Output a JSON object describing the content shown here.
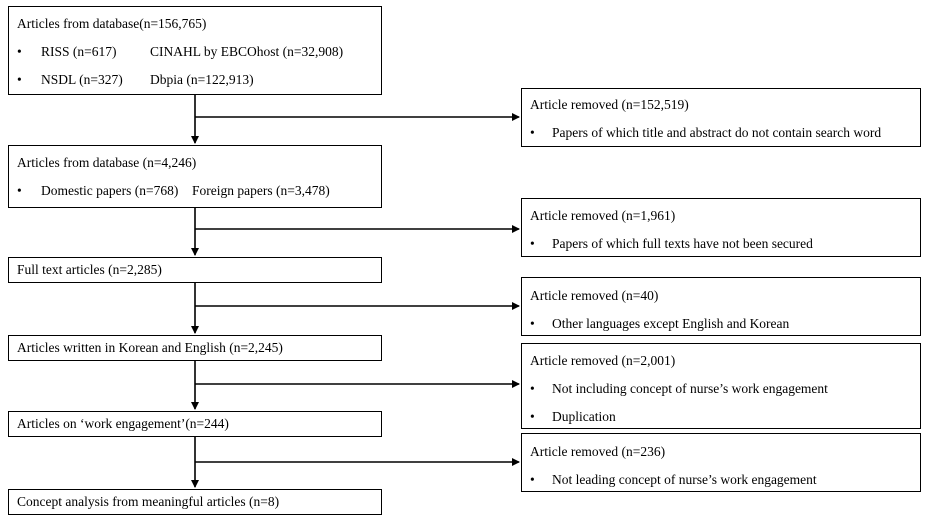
{
  "left": {
    "box1": {
      "title": "Articles from database(n=156,765)",
      "r1a": "RISS (n=617)",
      "r1b": "CINAHL by EBCOhost (n=32,908)",
      "r2a": "NSDL (n=327)",
      "r2b": "Dbpia (n=122,913)"
    },
    "box2": {
      "title": "Articles from database (n=4,246)",
      "r1a": "Domestic papers (n=768)",
      "r1b": "Foreign papers (n=3,478)"
    },
    "box3": "Full text articles (n=2,285)",
    "box4": "Articles written in Korean and English (n=2,245)",
    "box5": "Articles on ‘work engagement’(n=244)",
    "box6": "Concept analysis from meaningful articles (n=8)"
  },
  "right": [
    {
      "title": "Article removed (n=152,519)",
      "items": [
        "Papers of which title and abstract do not contain search word"
      ]
    },
    {
      "title": "Article removed (n=1,961)",
      "items": [
        "Papers of which full texts have not been secured"
      ]
    },
    {
      "title": "Article removed (n=40)",
      "items": [
        "Other languages except English and Korean"
      ]
    },
    {
      "title": "Article removed (n=2,001)",
      "items": [
        "Not including concept of nurse’s work engagement",
        "Duplication"
      ]
    },
    {
      "title": "Article removed (n=236)",
      "items": [
        "Not leading concept of nurse’s work engagement"
      ]
    }
  ],
  "bullet_symbol": "•"
}
